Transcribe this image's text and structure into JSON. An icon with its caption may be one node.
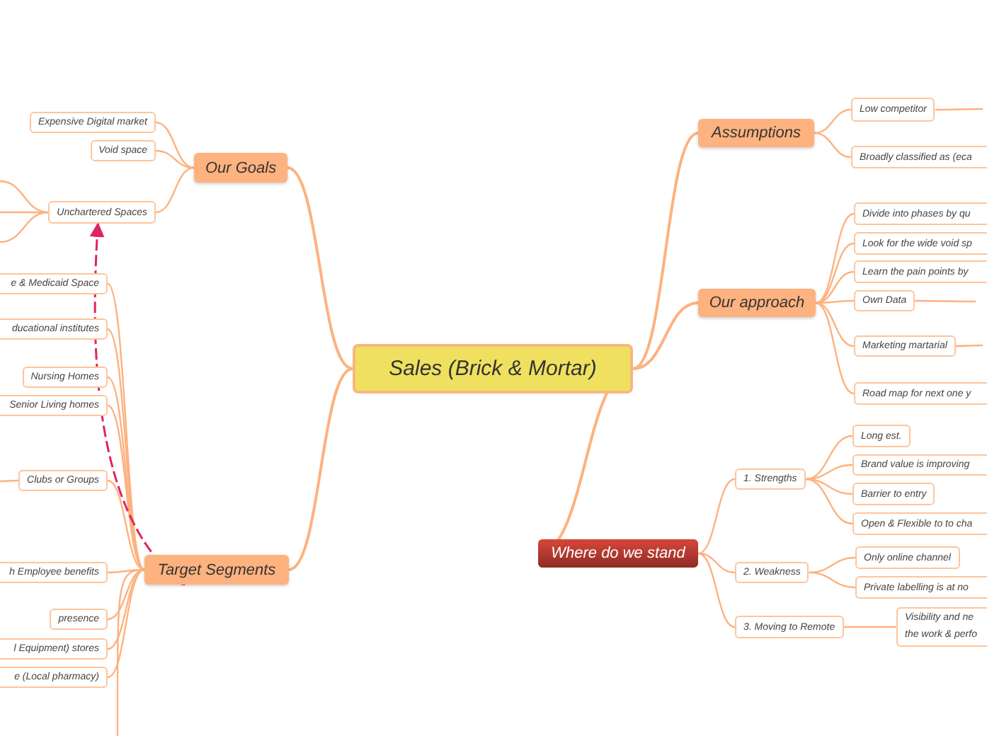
{
  "diagram": {
    "nodes": [
      {
        "text": [
          "Sales (Brick & Mortar)"
        ]
      },
      {
        "text": [
          "Our Goals"
        ]
      },
      {
        "text": [
          "Expensive Digital market"
        ]
      },
      {
        "text": [
          "Void space"
        ]
      },
      {
        "text": [
          "Unchartered Spaces"
        ]
      },
      {
        "text": [
          "Target Segments"
        ]
      },
      {
        "text": [
          "e & Medicaid Space"
        ]
      },
      {
        "text": [
          "ducational institutes"
        ]
      },
      {
        "text": [
          "Nursing Homes"
        ]
      },
      {
        "text": [
          "Senior Living homes"
        ]
      },
      {
        "text": [
          "Clubs or Groups"
        ]
      },
      {
        "text": [
          "h Employee benefits"
        ]
      },
      {
        "text": [
          "presence"
        ]
      },
      {
        "text": [
          "l Equipment) stores"
        ]
      },
      {
        "text": [
          "e (Local pharmacy)"
        ]
      },
      {
        "text": [
          "Assumptions"
        ]
      },
      {
        "text": [
          "Low competitor"
        ]
      },
      {
        "text": [
          "Broadly classified as (eca"
        ]
      },
      {
        "text": [
          "Our approach"
        ]
      },
      {
        "text": [
          "Divide into phases by qu"
        ]
      },
      {
        "text": [
          "Look for the wide void sp"
        ]
      },
      {
        "text": [
          "Learn the pain points by"
        ]
      },
      {
        "text": [
          "Own Data"
        ]
      },
      {
        "text": [
          "Marketing martarial"
        ]
      },
      {
        "text": [
          "Road map for next one y"
        ]
      },
      {
        "text": [
          "Where do we stand"
        ]
      },
      {
        "text": [
          "1. Strengths"
        ]
      },
      {
        "text": [
          "Long est."
        ]
      },
      {
        "text": [
          "Brand value is improving"
        ]
      },
      {
        "text": [
          "Barrier to entry"
        ]
      },
      {
        "text": [
          "Open & Flexible to to cha"
        ]
      },
      {
        "text": [
          "2. Weakness"
        ]
      },
      {
        "text": [
          "Only online channel"
        ]
      },
      {
        "text": [
          "Private labelling is at no"
        ]
      },
      {
        "text": [
          "3. Moving to Remote"
        ]
      },
      {
        "text": [
          "Visibility and ne the work & perfo"
        ]
      }
    ],
    "edges": [
      {
        "from": 0,
        "to": 1,
        "arrow": "none"
      },
      {
        "from": 0,
        "to": 5,
        "arrow": "none"
      },
      {
        "from": 0,
        "to": 15,
        "arrow": "none"
      },
      {
        "from": 0,
        "to": 18,
        "arrow": "none"
      },
      {
        "from": 0,
        "to": 25,
        "arrow": "none"
      },
      {
        "from": 1,
        "to": 2,
        "arrow": "none"
      },
      {
        "from": 1,
        "to": 3,
        "arrow": "none"
      },
      {
        "from": 1,
        "to": 4,
        "arrow": "none"
      },
      {
        "from": 4,
        "to": null,
        "arrow": "none"
      },
      {
        "from": 4,
        "to": null,
        "arrow": "none"
      },
      {
        "from": 4,
        "to": null,
        "arrow": "none"
      },
      {
        "from": 5,
        "to": 6,
        "arrow": "none"
      },
      {
        "from": 5,
        "to": 7,
        "arrow": "none"
      },
      {
        "from": 5,
        "to": 8,
        "arrow": "none"
      },
      {
        "from": 5,
        "to": 9,
        "arrow": "none"
      },
      {
        "from": 5,
        "to": 10,
        "arrow": "none"
      },
      {
        "from": 5,
        "to": 11,
        "arrow": "none"
      },
      {
        "from": 5,
        "to": 12,
        "arrow": "none"
      },
      {
        "from": 5,
        "to": 13,
        "arrow": "none"
      },
      {
        "from": 5,
        "to": 14,
        "arrow": "none"
      },
      {
        "from": 5,
        "to": null,
        "arrow": "none"
      },
      {
        "from": 10,
        "to": null,
        "arrow": "none"
      },
      {
        "from": 15,
        "to": 16,
        "arrow": "none"
      },
      {
        "from": 15,
        "to": 17,
        "arrow": "none"
      },
      {
        "from": 16,
        "to": null,
        "arrow": "none"
      },
      {
        "from": 18,
        "to": 19,
        "arrow": "none"
      },
      {
        "from": 18,
        "to": 20,
        "arrow": "none"
      },
      {
        "from": 18,
        "to": 21,
        "arrow": "none"
      },
      {
        "from": 18,
        "to": 22,
        "arrow": "none"
      },
      {
        "from": 18,
        "to": 23,
        "arrow": "none"
      },
      {
        "from": 18,
        "to": 24,
        "arrow": "none"
      },
      {
        "from": 22,
        "to": null,
        "arrow": "none"
      },
      {
        "from": 23,
        "to": null,
        "arrow": "none"
      },
      {
        "from": 25,
        "to": 26,
        "arrow": "none"
      },
      {
        "from": 25,
        "to": 31,
        "arrow": "none"
      },
      {
        "from": 25,
        "to": 34,
        "arrow": "none"
      },
      {
        "from": 26,
        "to": 27,
        "arrow": "none"
      },
      {
        "from": 26,
        "to": 28,
        "arrow": "none"
      },
      {
        "from": 26,
        "to": 29,
        "arrow": "none"
      },
      {
        "from": 26,
        "to": 30,
        "arrow": "none"
      },
      {
        "from": 31,
        "to": 32,
        "arrow": "none"
      },
      {
        "from": 31,
        "to": 33,
        "arrow": "none"
      },
      {
        "from": 34,
        "to": 35,
        "arrow": "none"
      },
      {
        "from": 5,
        "to": 4,
        "arrow": "both",
        "style": "dashed",
        "color": "#e0245e"
      }
    ]
  }
}
